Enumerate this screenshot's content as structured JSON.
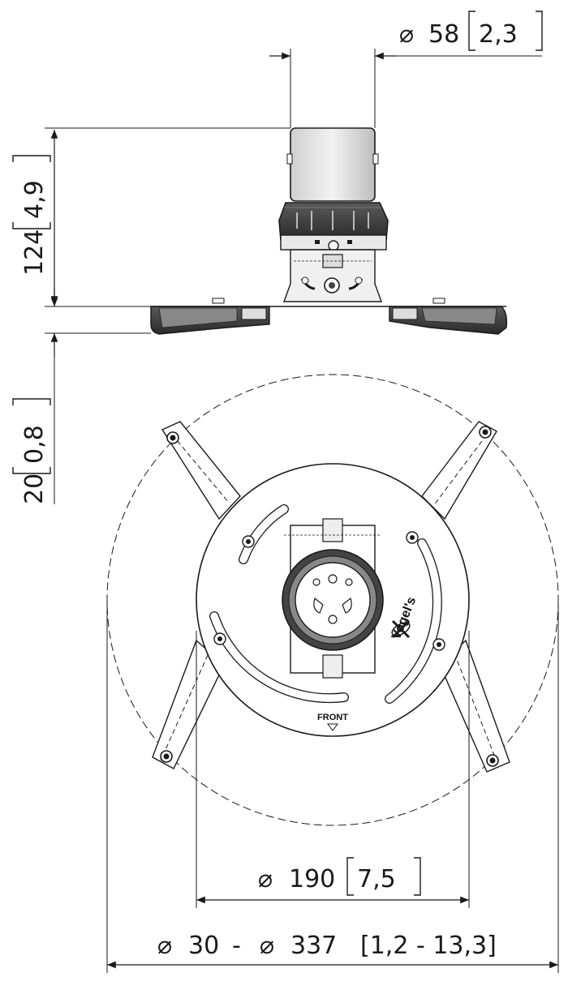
{
  "dimensions": {
    "top_width": {
      "symbol": "⌀",
      "value": "58",
      "imperial": "2,3"
    },
    "height": {
      "value": "124",
      "imperial": "4,9"
    },
    "base_thickness": {
      "value": "20",
      "imperial": "0,8"
    },
    "plate_diameter": {
      "symbol": "⌀",
      "value": "190",
      "imperial": "7,5"
    },
    "range_diameter": {
      "symbol_min": "⌀",
      "min": "30",
      "separator": "-",
      "symbol_max": "⌀",
      "max": "337",
      "imperial": "[1,2 - 13,3]"
    }
  },
  "labels": {
    "front": "FRONT",
    "brand": "Vogel's"
  },
  "colors": {
    "line": "#1a1a1a",
    "fill_dark": "#3a3a3a",
    "fill_mid": "#9a9a9a",
    "fill_light": "#e6e6e6"
  }
}
